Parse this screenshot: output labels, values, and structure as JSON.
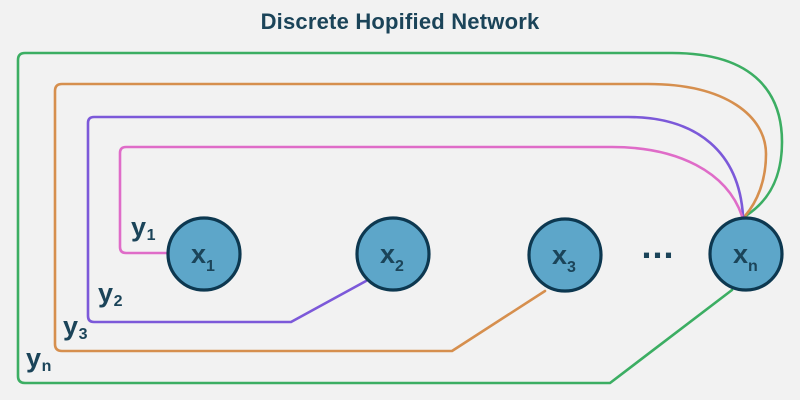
{
  "title": "Discrete Hopified Network",
  "colors": {
    "background": "#f2f2f2",
    "text": "#1b4459",
    "node_fill": "#5da6c9",
    "node_border": "#0d3850"
  },
  "nodes": [
    {
      "base": "x",
      "sub": "1"
    },
    {
      "base": "x",
      "sub": "2"
    },
    {
      "base": "x",
      "sub": "3"
    },
    {
      "base": "x",
      "sub": "n"
    }
  ],
  "ellipsis": "...",
  "edges": [
    {
      "base": "y",
      "sub": "1",
      "color": "#df6cc8"
    },
    {
      "base": "y",
      "sub": "2",
      "color": "#7c59d9"
    },
    {
      "base": "y",
      "sub": "3",
      "color": "#d68f4e"
    },
    {
      "base": "y",
      "sub": "n",
      "color": "#3cae63"
    }
  ]
}
